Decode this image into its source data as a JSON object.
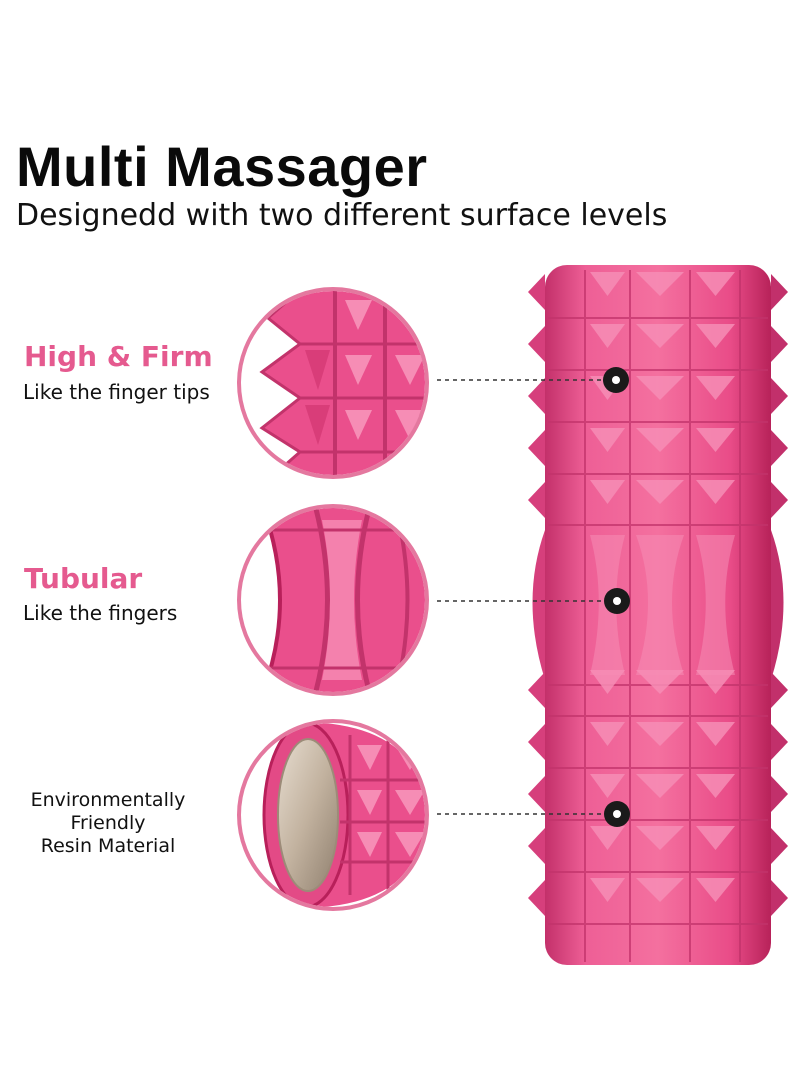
{
  "header": {
    "title": "Multi Massager",
    "subtitle": "Designedd with two different surface levels"
  },
  "features": [
    {
      "heading": "High & Firm",
      "description": "Like the finger tips",
      "detail_image": "spike-surface-closeup"
    },
    {
      "heading": "Tubular",
      "description": "Like the fingers",
      "detail_image": "ridge-surface-closeup"
    },
    {
      "lines": [
        "Environmentally",
        "Friendly",
        "Resin Material"
      ],
      "detail_image": "roller-end-hollow-core"
    }
  ],
  "product": {
    "name": "foam roller",
    "color": "#ea4f8c"
  },
  "colors": {
    "accent": "#e55a8f",
    "ring": "#e4789f",
    "foam": "#ea4f8c",
    "foam_dark": "#b8205a",
    "foam_light": "#f68db5",
    "core": "#c6b7a5",
    "text": "#111111"
  }
}
